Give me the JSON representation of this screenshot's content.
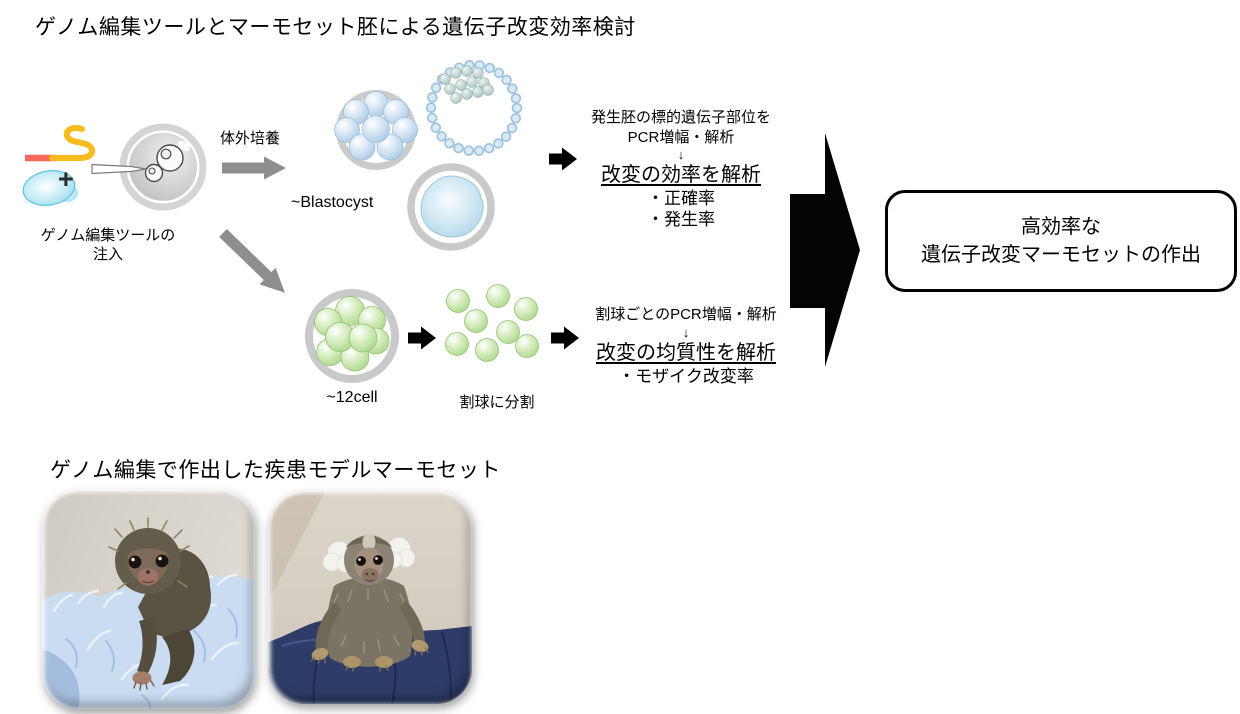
{
  "slide": {
    "title": "ゲノム編集ツールとマーモセット胚による遺伝子改変効率検討",
    "flow": {
      "injection_label_line1": "ゲノム編集ツールの",
      "injection_label_line2": "注入",
      "plus_sign": "+",
      "culture_arrow_label": "体外培養",
      "blastocyst_label": "~Blastocyst",
      "top_analysis": {
        "line1": "発生胚の標的遺伝子部位を",
        "line2": "PCR増幅・解析",
        "down_arrow": "↓",
        "conclusion": "改変の効率を解析",
        "bullets": [
          "・正確率",
          "・発生率"
        ]
      },
      "twelve_cell_label": "~12cell",
      "split_label": "割球に分割",
      "bottom_analysis": {
        "line1": "割球ごとのPCR増幅・解析",
        "down_arrow": "↓",
        "conclusion": "改変の均質性を解析",
        "bullets": [
          "・モザイク改変率"
        ]
      },
      "result_box": {
        "line1": "高効率な",
        "line2": "遺伝子改変マーモセットの作出"
      }
    },
    "photos_section": {
      "subtitle": "ゲノム編集で作出した疾患モデルマーモセット"
    },
    "colors": {
      "background": "#ffffff",
      "text": "#000000",
      "gray_arrow": "#8e8e8e",
      "black_arrow": "#000000",
      "cell_blue": "#aecfe9",
      "cell_green": "#b5dc95",
      "rna_yellow": "#f6bb1d",
      "rna_red": "#f4695e",
      "cas9_blue": "#9edcee",
      "zona_gray": "#cccccc"
    }
  }
}
